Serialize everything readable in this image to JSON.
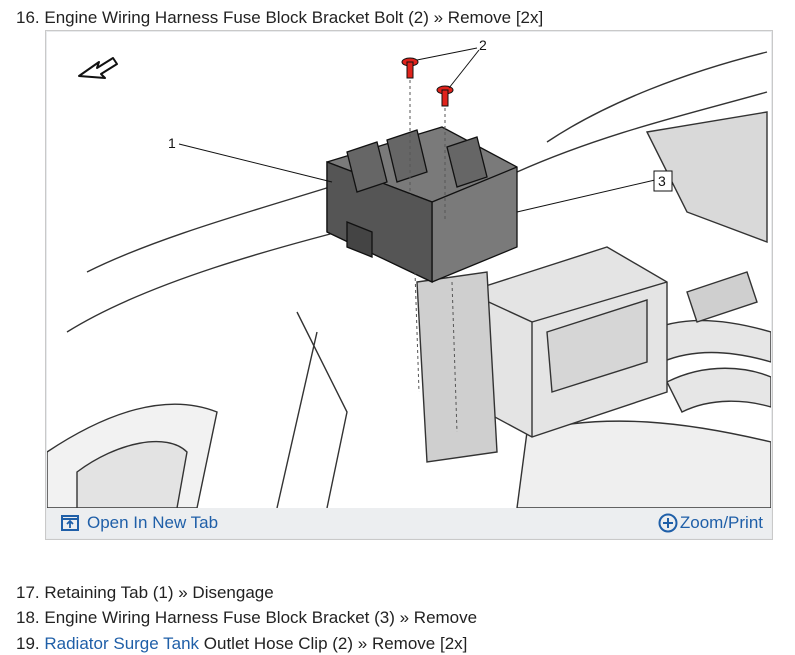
{
  "steps": {
    "s16": {
      "num": "16.",
      "text": "Engine Wiring Harness Fuse Block Bracket Bolt (2) » Remove [2x]"
    },
    "s17": {
      "num": "17.",
      "text": "Retaining Tab (1) » Disengage"
    },
    "s18": {
      "num": "18.",
      "text": "Engine Wiring Harness Fuse Block Bracket (3) » Remove"
    },
    "s19": {
      "num": "19.",
      "link": "Radiator Surge Tank",
      "text": " Outlet Hose Clip (2) » Remove [2x]"
    }
  },
  "figure": {
    "callouts": {
      "c1": "1",
      "c2": "2",
      "c3": "3"
    },
    "open_tab_label": "Open In New Tab",
    "zoom_print_label": "Zoom/Print",
    "open_tab_icon": "open-new-tab-icon",
    "zoom_icon": "plus-circle-icon",
    "bolt_color": "#e0231c",
    "link_color": "#1f5fa8"
  }
}
